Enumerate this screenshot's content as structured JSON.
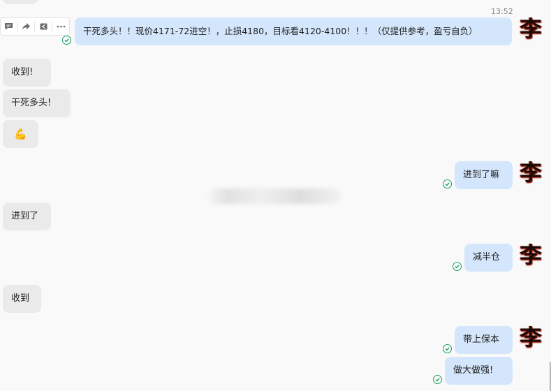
{
  "timestamp": "13:52",
  "avatar_char": "李",
  "toolbar": {
    "icons": [
      "comment-icon",
      "forward-icon",
      "quote-icon",
      "more-icon"
    ]
  },
  "messages": {
    "m1": "干死多头！！现价4171-72进空！，止损4180，目标看4120-4100！！！（仅提供参考，盈亏自负）",
    "m2": "收到!",
    "m3": "干死多头!",
    "m4_emoji": "💪",
    "m5": "进到了嘛",
    "m6": "进到了",
    "m7": "减半仓",
    "m8": "收到",
    "m9": "带上保本",
    "m10": "做大做强!"
  },
  "colors": {
    "background": "#f9f9f9",
    "incoming_bubble": "#eaeaea",
    "outgoing_bubble": "#d4e6fb",
    "read_check": "#19a15f"
  }
}
